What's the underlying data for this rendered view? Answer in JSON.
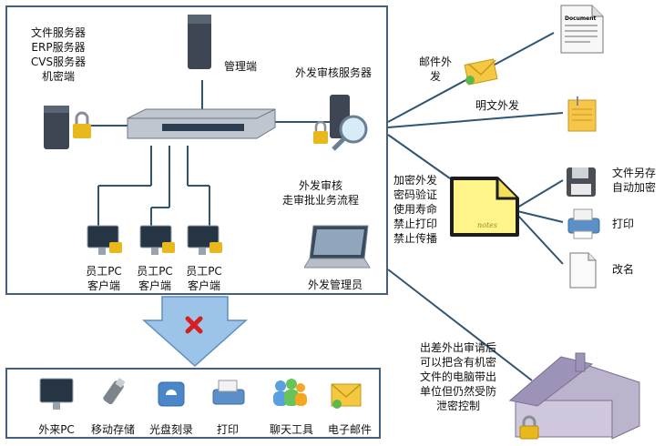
{
  "servers": {
    "left_stack": [
      "文件服务器",
      "ERP服务器",
      "CVS服务器",
      "机密端"
    ],
    "management": "管理端",
    "audit_server": "外发审核服务器",
    "audit_flow": [
      "外发审核",
      "走审批业务流程"
    ],
    "admin": "外发管理员"
  },
  "clients": [
    {
      "line1": "员工PC",
      "line2": "客户端"
    },
    {
      "line1": "员工PC",
      "line2": "客户端"
    },
    {
      "line1": "员工PC",
      "line2": "客户端"
    }
  ],
  "outbound": {
    "email": [
      "邮件外",
      "发"
    ],
    "plain": "明文外发",
    "encrypted": [
      "加密外发",
      "密码验证",
      "使用寿命",
      "禁止打印",
      "禁止传播"
    ],
    "doc_icon_text": "Document",
    "notes_icon_text": "notes"
  },
  "file_ops": {
    "save_as": [
      "文件另存",
      "自动加密"
    ],
    "print": "打印",
    "rename": "改名"
  },
  "blocked": [
    "外来PC",
    "移动存储",
    "光盘刻录",
    "打印",
    "聊天工具",
    "电子邮件"
  ],
  "remote": [
    "出差外出审请后",
    "可以把含有机密",
    "文件的电脑带出",
    "单位但仍然受防",
    "泄密控制"
  ],
  "colors": {
    "frame": "#44607f",
    "line": "#2f5574",
    "arrow": "#9cc4e8",
    "cross": "#d81f1f",
    "lock": "#e8b81c",
    "house_wall": "#cfc7dc"
  }
}
